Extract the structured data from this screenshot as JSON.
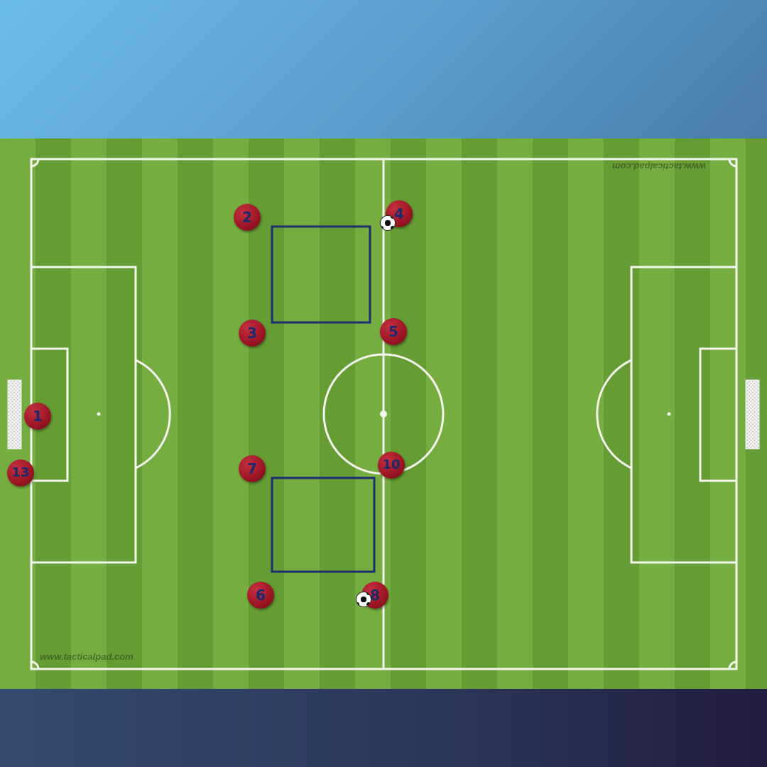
{
  "watermark": {
    "top": "www.tacticalpad.com",
    "bottom": "www.tacticalpad.com"
  },
  "players": [
    {
      "id": "p1",
      "number": "1"
    },
    {
      "id": "p13",
      "number": "13"
    },
    {
      "id": "p2",
      "number": "2"
    },
    {
      "id": "p3",
      "number": "3"
    },
    {
      "id": "p4",
      "number": "4"
    },
    {
      "id": "p5",
      "number": "5"
    },
    {
      "id": "p7",
      "number": "7"
    },
    {
      "id": "p10",
      "number": "10"
    },
    {
      "id": "p6",
      "number": "6"
    },
    {
      "id": "p8",
      "number": "8"
    }
  ],
  "colors": {
    "player": "#a01a2a",
    "player_number": "#1c2a6b",
    "grid_box": "#1e2d6e",
    "pitch_line": "#ffffff"
  }
}
